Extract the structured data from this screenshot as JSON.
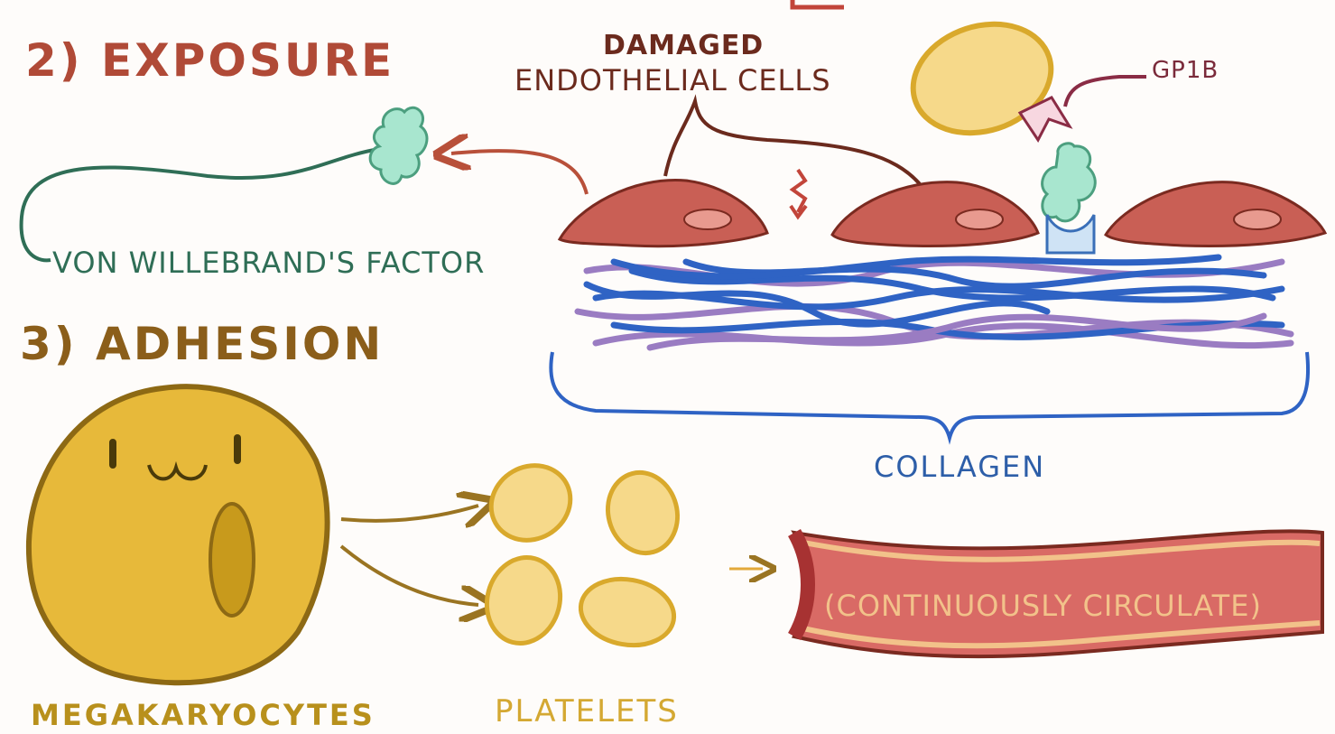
{
  "headings": {
    "exposure": "2) EXPOSURE",
    "adhesion": "3) ADHESION"
  },
  "labels": {
    "damaged": "DAMAGED",
    "endothelial_cells": "ENDOTHELIAL CELLS",
    "gp1b": "GP1B",
    "von_willebrands_factor": "VON WILLEBRAND'S FACTOR",
    "collagen": "COLLAGEN",
    "megakaryocytes": "MEGAKARYOCYTES",
    "platelets": "PLATELETS",
    "continuously_circulate": "(CONTINUOUSLY CIRCULATE)"
  },
  "colors": {
    "exposure_heading": "#b04a37",
    "adhesion_heading": "#8b5e1a",
    "endothelial_cell": "#c95f55",
    "vwf": "#a8e6cf",
    "collagen_blue": "#2f63c4",
    "collagen_purple": "#9a7cc2",
    "platelet": "#f6d98a",
    "megakaryocyte": "#e7b93a",
    "vessel": "#c74a4a"
  }
}
